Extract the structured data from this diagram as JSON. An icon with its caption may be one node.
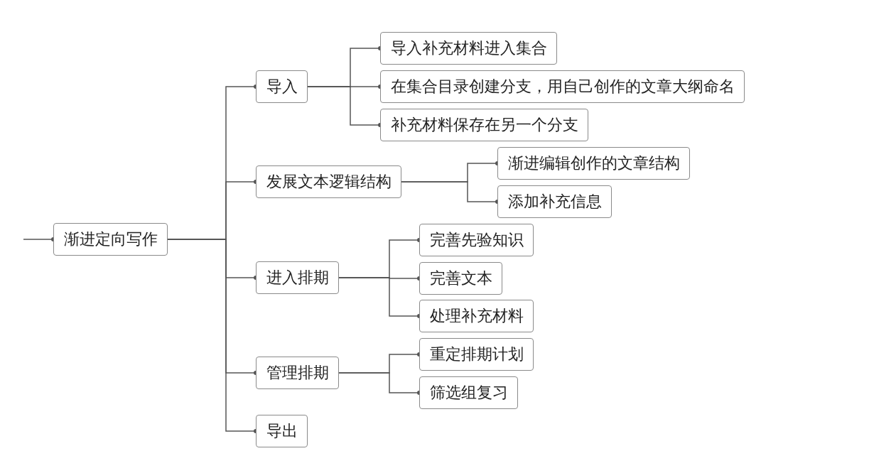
{
  "diagram": {
    "nodes": [
      {
        "text": [
          "渐进定向写作"
        ]
      },
      {
        "text": [
          "导入"
        ]
      },
      {
        "text": [
          "导入补充材料进入集合"
        ]
      },
      {
        "text": [
          "在集合目录创建分支，用自己创作的文章大纲命名"
        ]
      },
      {
        "text": [
          "补充材料保存在另一个分支"
        ]
      },
      {
        "text": [
          "发展文本逻辑结构"
        ]
      },
      {
        "text": [
          "渐进编辑创作的文章结构"
        ]
      },
      {
        "text": [
          "添加补充信息"
        ]
      },
      {
        "text": [
          "进入排期"
        ]
      },
      {
        "text": [
          "完善先验知识"
        ]
      },
      {
        "text": [
          "完善文本"
        ]
      },
      {
        "text": [
          "处理补充材料"
        ]
      },
      {
        "text": [
          "管理排期"
        ]
      },
      {
        "text": [
          "重定排期计划"
        ]
      },
      {
        "text": [
          "筛选组复习"
        ]
      },
      {
        "text": [
          "导出"
        ]
      }
    ],
    "edges": [
      {
        "from": null,
        "to": 0,
        "arrow": "other"
      },
      {
        "from": 0,
        "to": 1,
        "arrow": "other"
      },
      {
        "from": 1,
        "to": 2,
        "arrow": "other"
      },
      {
        "from": 1,
        "to": 3,
        "arrow": "other"
      },
      {
        "from": 1,
        "to": 4,
        "arrow": "other"
      },
      {
        "from": 0,
        "to": 5,
        "arrow": "other"
      },
      {
        "from": 5,
        "to": 6,
        "arrow": "other"
      },
      {
        "from": 5,
        "to": 7,
        "arrow": "other"
      },
      {
        "from": 0,
        "to": 8,
        "arrow": "other"
      },
      {
        "from": 8,
        "to": 9,
        "arrow": "other"
      },
      {
        "from": 8,
        "to": 10,
        "arrow": "other"
      },
      {
        "from": 8,
        "to": 11,
        "arrow": "other"
      },
      {
        "from": 0,
        "to": 12,
        "arrow": "other"
      },
      {
        "from": 12,
        "to": 13,
        "arrow": "other"
      },
      {
        "from": 12,
        "to": 14,
        "arrow": "other"
      },
      {
        "from": 0,
        "to": 15,
        "arrow": "other"
      }
    ]
  }
}
